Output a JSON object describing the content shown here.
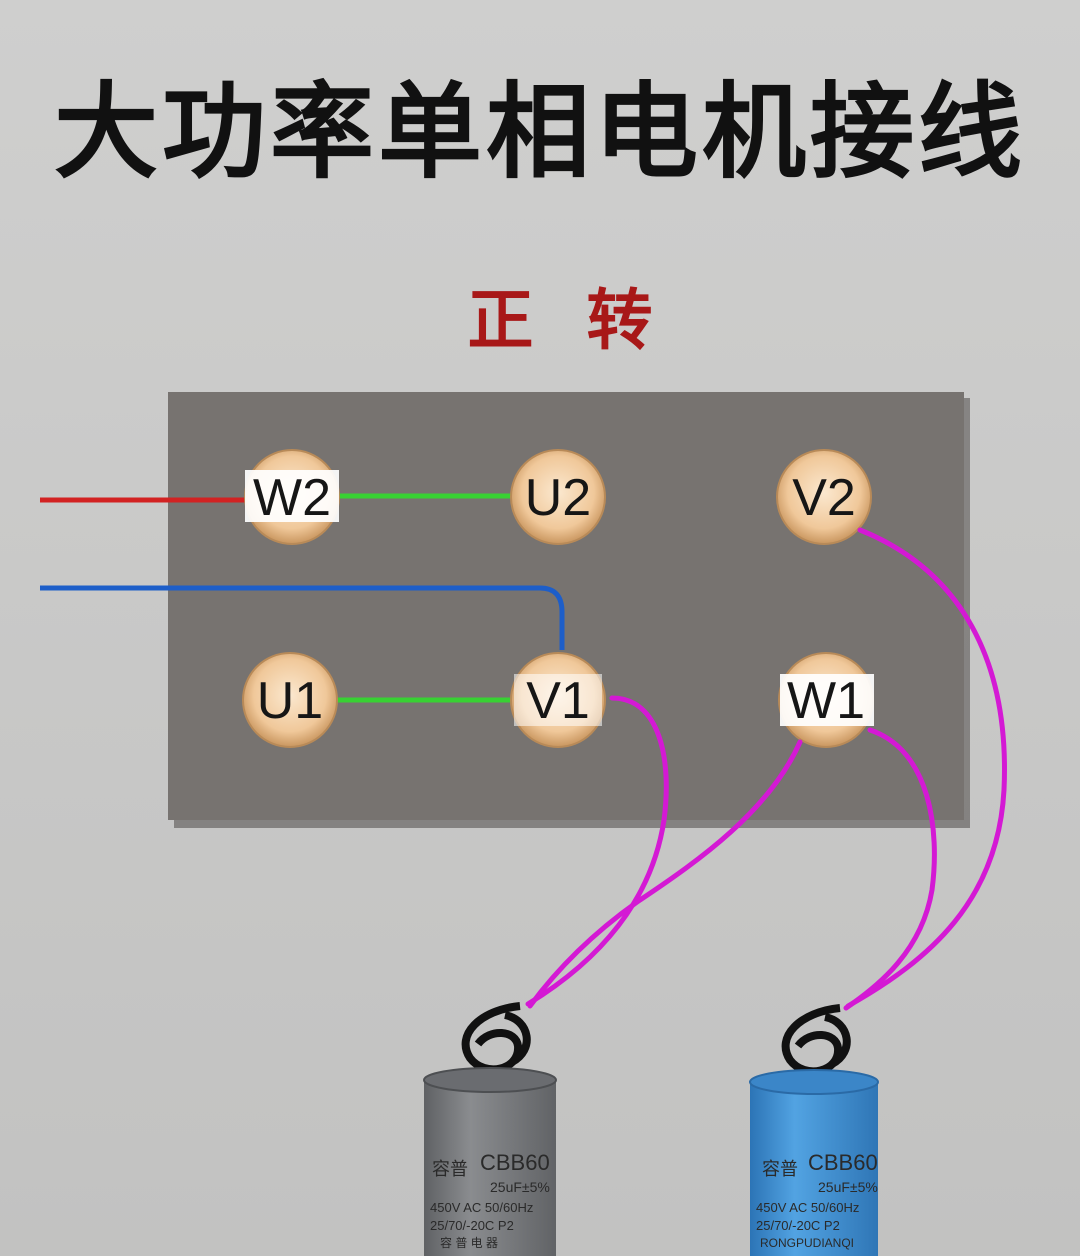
{
  "title": "大功率单相电机接线",
  "subtitle": "正 转",
  "terminals": {
    "w2": "W2",
    "u2": "U2",
    "v2": "V2",
    "u1": "U1",
    "v1": "V1",
    "w1": "W1"
  },
  "capacitors": {
    "brand": "容普",
    "model": "CBB60",
    "capacitance": "25uF±5%",
    "voltage": "450V AC  50/60Hz",
    "rating": "25/70/-20C  P2",
    "maker_cn": "容 普 电 器",
    "maker_en": "RONGPUDIANQI"
  },
  "colors": {
    "background": "#c6c6c5",
    "board": "#777370",
    "live_wire": "#d22222",
    "neutral_wire": "#1d5ec9",
    "jumper": "#38d133",
    "capacitor_lead": "#d419d4",
    "capacitor_left": "#7b7d80",
    "capacitor_right": "#3f8fd3",
    "title": "#111111",
    "subtitle": "#a81818"
  }
}
